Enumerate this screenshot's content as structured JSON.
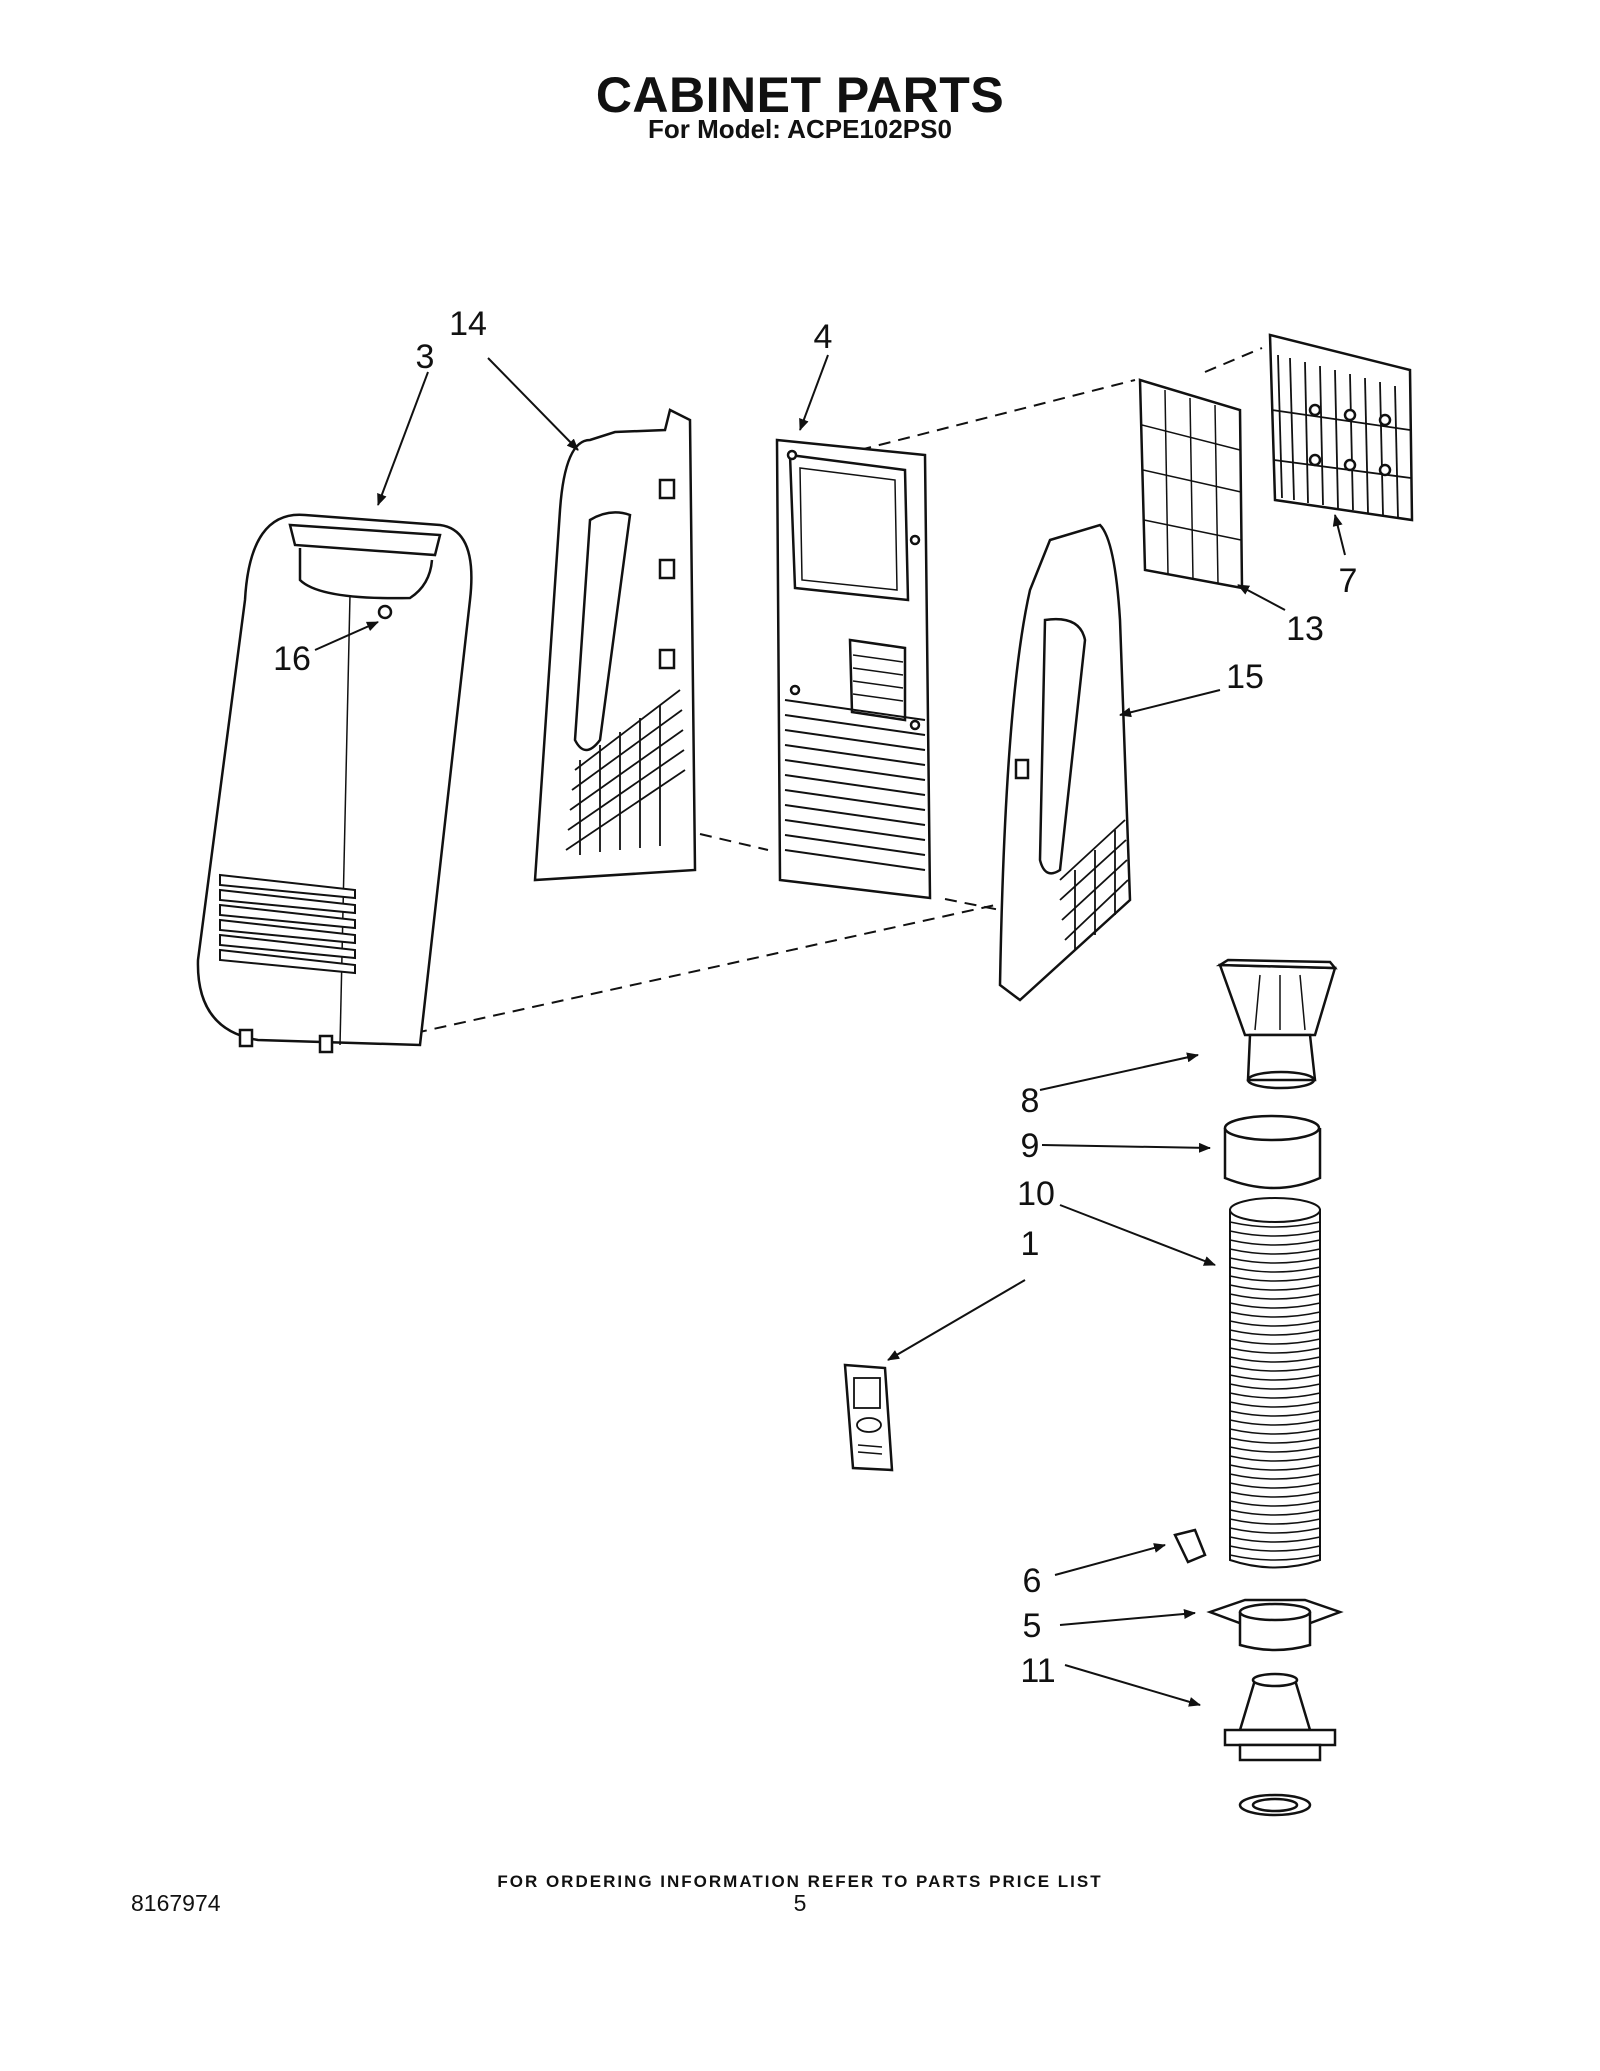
{
  "header": {
    "title": "CABINET PARTS",
    "subtitle": "For Model: ACPE102PS0"
  },
  "callouts": {
    "c1": "1",
    "c3": "3",
    "c4": "4",
    "c5": "5",
    "c6": "6",
    "c7": "7",
    "c8": "8",
    "c9": "9",
    "c10": "10",
    "c11": "11",
    "c13": "13",
    "c14": "14",
    "c15": "15",
    "c16": "16"
  },
  "footer": {
    "note": "FOR ORDERING INFORMATION REFER TO PARTS PRICE LIST",
    "doc_number": "8167974",
    "page_number": "5"
  }
}
